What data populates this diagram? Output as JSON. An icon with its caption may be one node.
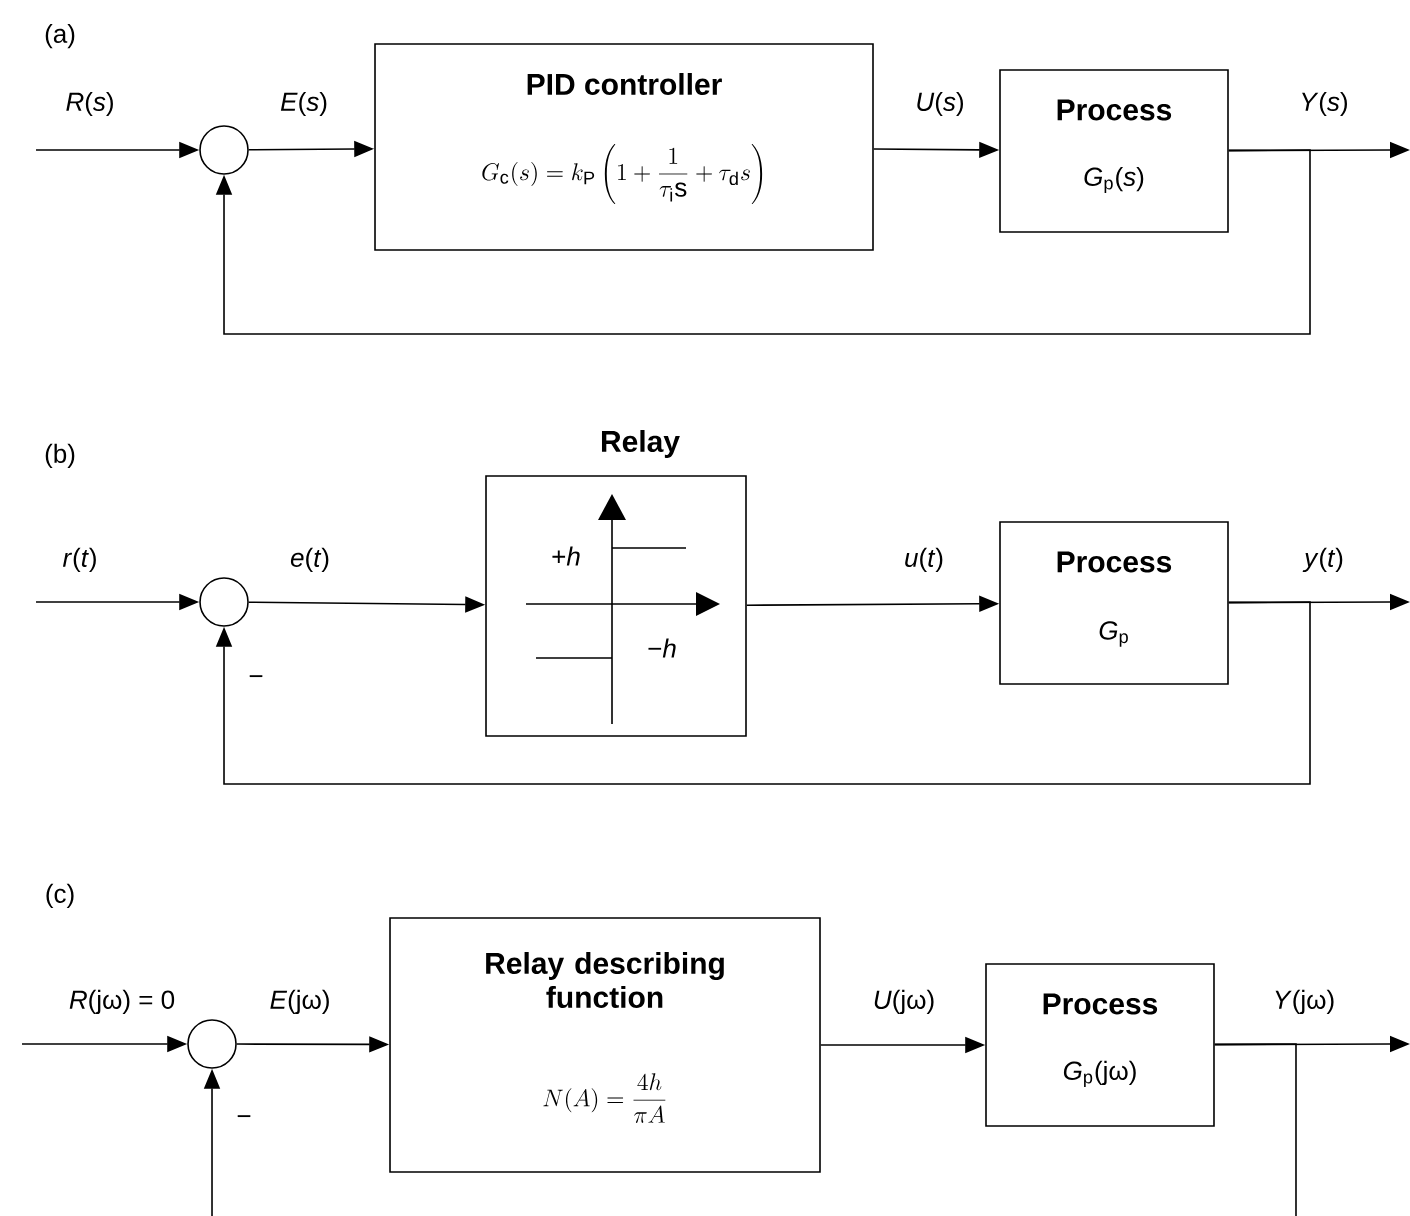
{
  "diagram": {
    "nodes": [
      {
        "text": [],
        "shape": "circle"
      },
      {
        "text": [
          "PID controller",
          "G_{\\mathrm{c}}(s) = k_{\\mathrm{P}}\\left(1+\\frac{1}{\\tau_{\\mathrm{i}}\\mathrm{s}}+\\tau_{\\mathrm{d}}s\\right)"
        ]
      },
      {
        "text": [
          "Process",
          "*G*$_{p}$(*s*)"
        ]
      },
      {
        "text": [],
        "shape": "circle"
      },
      {
        "text": [
          "Relay",
          "+*h*",
          "−*h*"
        ]
      },
      {
        "text": [
          "Process",
          "*G*$_{p}$"
        ]
      },
      {
        "text": [],
        "shape": "circle"
      },
      {
        "text": [
          "Relay describing function",
          "N(A) = \\frac{4h}{\\pi A}"
        ]
      },
      {
        "text": [
          "Process",
          "*G*$_{p}$(jω)"
        ]
      }
    ],
    "edges": [
      {
        "from": null,
        "to": 0,
        "arrow": "to",
        "label": "*R*(*s*)"
      },
      {
        "from": 0,
        "to": 1,
        "arrow": "to",
        "label": "*E*(*s*)"
      },
      {
        "from": 1,
        "to": 2,
        "arrow": "to",
        "label": "*U*(*s*)"
      },
      {
        "from": 2,
        "to": null,
        "arrow": "to",
        "label": "*Y*(*s*)"
      },
      {
        "from": 2,
        "to": 0,
        "arrow": "to"
      },
      {
        "from": null,
        "to": 3,
        "arrow": "to",
        "label": "*r*(*t*)"
      },
      {
        "from": 3,
        "to": 4,
        "arrow": "to",
        "label": "*e*(*t*)"
      },
      {
        "from": 4,
        "to": 5,
        "arrow": "to",
        "label": "*u*(*t*)"
      },
      {
        "from": 5,
        "to": null,
        "arrow": "to",
        "label": "*y*(*t*)"
      },
      {
        "from": 5,
        "to": 3,
        "arrow": "to"
      },
      {
        "from": null,
        "to": 6,
        "arrow": "to",
        "label": "*R*(jω) = 0"
      },
      {
        "from": 6,
        "to": 7,
        "arrow": "to",
        "label": "*E*(jω)"
      },
      {
        "from": 7,
        "to": 8,
        "arrow": "to",
        "label": "*U*(jω)"
      },
      {
        "from": 8,
        "to": null,
        "arrow": "to",
        "label": "*Y*(jω)"
      },
      {
        "from": 8,
        "to": null,
        "arrow": "none"
      },
      {
        "from": null,
        "to": 6,
        "arrow": "to"
      }
    ],
    "labels": [
      "(a)",
      "(b)",
      "−",
      "(c)",
      "−"
    ]
  }
}
